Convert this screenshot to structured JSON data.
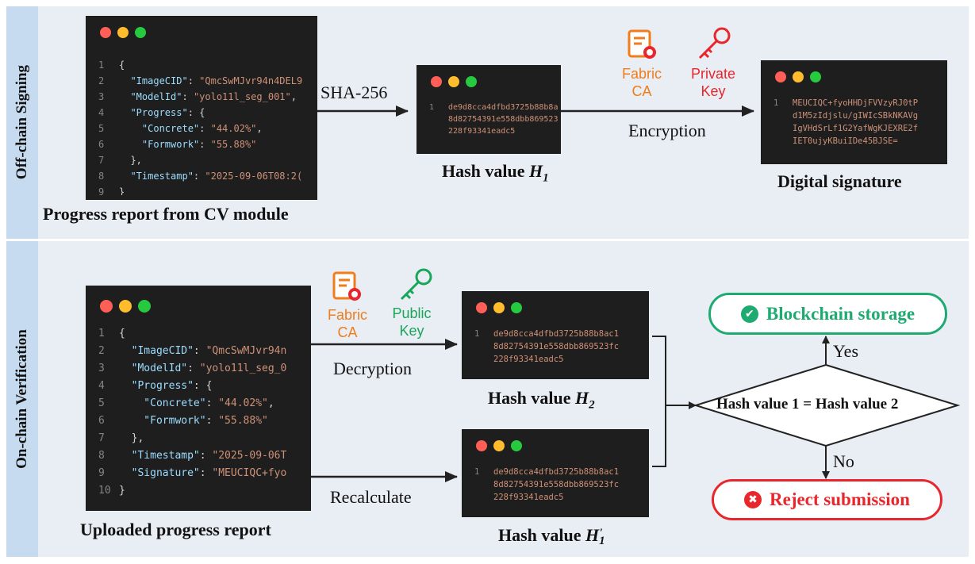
{
  "sections": {
    "offchain": "Off-chain Signing",
    "onchain": "On-chain Verification"
  },
  "report_code": [
    {
      "n": "1",
      "parts": [
        [
          "pun",
          "{"
        ]
      ]
    },
    {
      "n": "2",
      "parts": [
        [
          "key",
          "  \"ImageCID\""
        ],
        [
          "pun",
          ": "
        ],
        [
          "str",
          "\"QmcSwMJvr94n4DEL9"
        ]
      ]
    },
    {
      "n": "3",
      "parts": [
        [
          "key",
          "  \"ModelId\""
        ],
        [
          "pun",
          ": "
        ],
        [
          "str",
          "\"yolo11l_seg_001\""
        ],
        [
          "pun",
          ","
        ]
      ]
    },
    {
      "n": "4",
      "parts": [
        [
          "key",
          "  \"Progress\""
        ],
        [
          "pun",
          ": {"
        ]
      ]
    },
    {
      "n": "5",
      "parts": [
        [
          "key",
          "    \"Concrete\""
        ],
        [
          "pun",
          ": "
        ],
        [
          "str",
          "\"44.02%\""
        ],
        [
          "pun",
          ","
        ]
      ]
    },
    {
      "n": "6",
      "parts": [
        [
          "key",
          "    \"Formwork\""
        ],
        [
          "pun",
          ": "
        ],
        [
          "str",
          "\"55.88%\""
        ]
      ]
    },
    {
      "n": "7",
      "parts": [
        [
          "pun",
          "  },"
        ]
      ]
    },
    {
      "n": "8",
      "parts": [
        [
          "key",
          "  \"Timestamp\""
        ],
        [
          "pun",
          ": "
        ],
        [
          "str",
          "\"2025-09-06T08:2("
        ]
      ]
    },
    {
      "n": "9",
      "parts": [
        [
          "pun",
          "}"
        ]
      ]
    }
  ],
  "uploaded_code": [
    {
      "n": "1",
      "parts": [
        [
          "pun",
          "{"
        ]
      ]
    },
    {
      "n": "2",
      "parts": [
        [
          "key",
          "  \"ImageCID\""
        ],
        [
          "pun",
          ": "
        ],
        [
          "str",
          "\"QmcSwMJvr94n"
        ]
      ]
    },
    {
      "n": "3",
      "parts": [
        [
          "key",
          "  \"ModelId\""
        ],
        [
          "pun",
          ": "
        ],
        [
          "str",
          "\"yolo11l_seg_0"
        ]
      ]
    },
    {
      "n": "4",
      "parts": [
        [
          "key",
          "  \"Progress\""
        ],
        [
          "pun",
          ": {"
        ]
      ]
    },
    {
      "n": "5",
      "parts": [
        [
          "key",
          "    \"Concrete\""
        ],
        [
          "pun",
          ": "
        ],
        [
          "str",
          "\"44.02%\""
        ],
        [
          "pun",
          ","
        ]
      ]
    },
    {
      "n": "6",
      "parts": [
        [
          "key",
          "    \"Formwork\""
        ],
        [
          "pun",
          ": "
        ],
        [
          "str",
          "\"55.88%\""
        ]
      ]
    },
    {
      "n": "7",
      "parts": [
        [
          "pun",
          "  },"
        ]
      ]
    },
    {
      "n": "8",
      "parts": [
        [
          "key",
          "  \"Timestamp\""
        ],
        [
          "pun",
          ": "
        ],
        [
          "str",
          "\"2025-09-06T"
        ]
      ]
    },
    {
      "n": "9",
      "parts": [
        [
          "key",
          "  \"Signature\""
        ],
        [
          "pun",
          ": "
        ],
        [
          "str",
          "\"MEUCIQC+fyo"
        ]
      ]
    },
    {
      "n": "10",
      "parts": [
        [
          "pun",
          "}"
        ]
      ]
    }
  ],
  "hash_lines": [
    "de9d8cca4dfbd3725b88b8ac1",
    "8d82754391e558dbb869523fc",
    "228f93341eadc5"
  ],
  "signature_lines": [
    "MEUCIQC+fyoHHDjFVVzyRJ0tP",
    "d1M5zIdjslu/gIWIcSBkNKAVg",
    "IgVHdSrLf1G2YafWgKJEXRE2f",
    "IET0ujyKBuiIDe45BJSE="
  ],
  "line_no": "1",
  "captions": {
    "progress_report": "Progress report from CV module",
    "hash_prefix": "Hash value ",
    "hash_h": "H",
    "h1_sub": "1",
    "h2_sub": "2",
    "h1p_sub": "1",
    "h1p_sup": "'",
    "digital_signature": "Digital signature",
    "uploaded_report": "Uploaded progress report"
  },
  "labels": {
    "sha": "SHA-256",
    "encryption": "Encryption",
    "decryption": "Decryption",
    "recalculate": "Recalculate",
    "yes": "Yes",
    "no": "No",
    "decision": "Hash value 1 = Hash value 2"
  },
  "keys": {
    "fabric_ca_1": "Fabric",
    "fabric_ca_2": "CA",
    "private_1": "Private",
    "private_2": "Key",
    "public_1": "Public",
    "public_2": "Key"
  },
  "outcomes": {
    "accept": "Blockchain storage",
    "reject": "Reject submission"
  },
  "colors": {
    "orange": "#ef7d1a",
    "red": "#e8262b",
    "green": "#1aa65a",
    "teal": "#1faa72"
  }
}
